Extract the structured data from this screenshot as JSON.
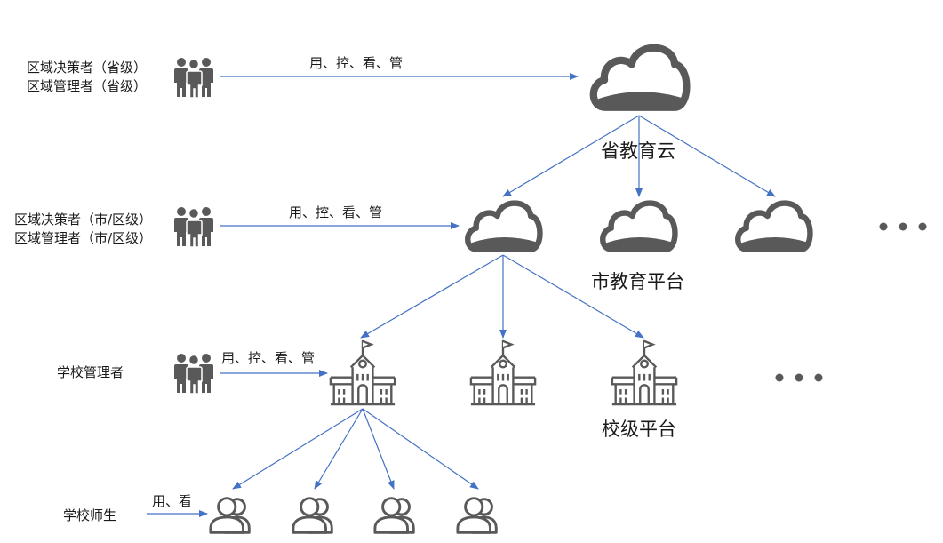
{
  "actors": {
    "province": {
      "line1": "区域决策者（省级）",
      "line2": "区域管理者（省级）",
      "action": "用、控、看、管"
    },
    "city": {
      "line1": "区域决策者（市/区级）",
      "line2": "区域管理者（市/区级）",
      "action": "用、控、看、管"
    },
    "school_admin": {
      "label": "学校管理者",
      "action": "用、控、看、管"
    },
    "teachers_students": {
      "label": "学校师生",
      "action": "用、看"
    }
  },
  "nodes": {
    "province_cloud": {
      "label": "省教育云"
    },
    "city_platform": {
      "label": "市教育平台"
    },
    "school_platform": {
      "label": "校级平台"
    }
  },
  "colors": {
    "icon": "#595959",
    "arrow": "#4472c4",
    "text": "#1a1a1a"
  },
  "icons": [
    "group-icon",
    "cloud-icon",
    "school-building-icon",
    "users-icon",
    "ellipsis-icon"
  ]
}
